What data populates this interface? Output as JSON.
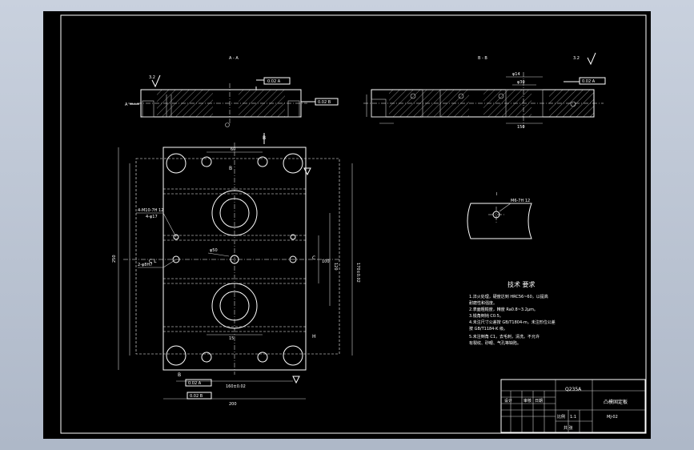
{
  "views": {
    "section_a_label": "A - A",
    "section_b_label": "B - B",
    "detail_label": "I",
    "detail_thread": "M6-7H 12"
  },
  "labels": {
    "roughness_main": "3.2",
    "tol_box_1": "0.02 A",
    "tol_box_2": "0.02 B",
    "datum_a": "A",
    "datum_b": "B",
    "arrow_b_top": "B",
    "arrow_b_bottom": "B",
    "center_c_left": "C L",
    "center_c_right": "C",
    "side_h": "H",
    "hole_note_1": "4-M10-7H 12",
    "hole_note_2": "4-φ17",
    "hole_note_3": "2-φ8H7",
    "hole_note_4": "φ50",
    "dim_top": "60",
    "dim_bottom": "160±0.02",
    "dim_overall_w": "200",
    "dim_overall_h": "250",
    "dim_right": "170±0.02",
    "dim_inner": "120",
    "dim_mid": "100",
    "dim_small": "15",
    "dim_b_1": "φ14",
    "dim_b_2": "φ30",
    "dim_b_3": "150"
  },
  "tech_requirements": {
    "title": "技术 要求",
    "lines": [
      "1.淬火处理，硬度达到 HRC56~60，以提高",
      "耐磨性和强度。",
      "2.表面粗糙度，精度 Ra0.8~3.2μm。",
      "3.锐角倒钝 C0.5。",
      "4.未注尺寸公差按 GB/T1804-m，未注形位公差",
      "按 GB/T1184-K 级。",
      "5.未注倒角 C1，去毛刺，清洗。不允许",
      "有裂纹、砂眼、气孔等缺陷。"
    ]
  },
  "title_block": {
    "material": "Q235A",
    "drawing_name": "凸模固定板",
    "scale_label": "比例",
    "sheet_label": "共  张",
    "number": "1:1",
    "designer_label": "设计",
    "check_label": "审核",
    "date_label": "日期",
    "code": "MJ-02"
  },
  "colors": {
    "background": "#000000",
    "lines": "#ffffff",
    "window": "#b8c1cf"
  }
}
